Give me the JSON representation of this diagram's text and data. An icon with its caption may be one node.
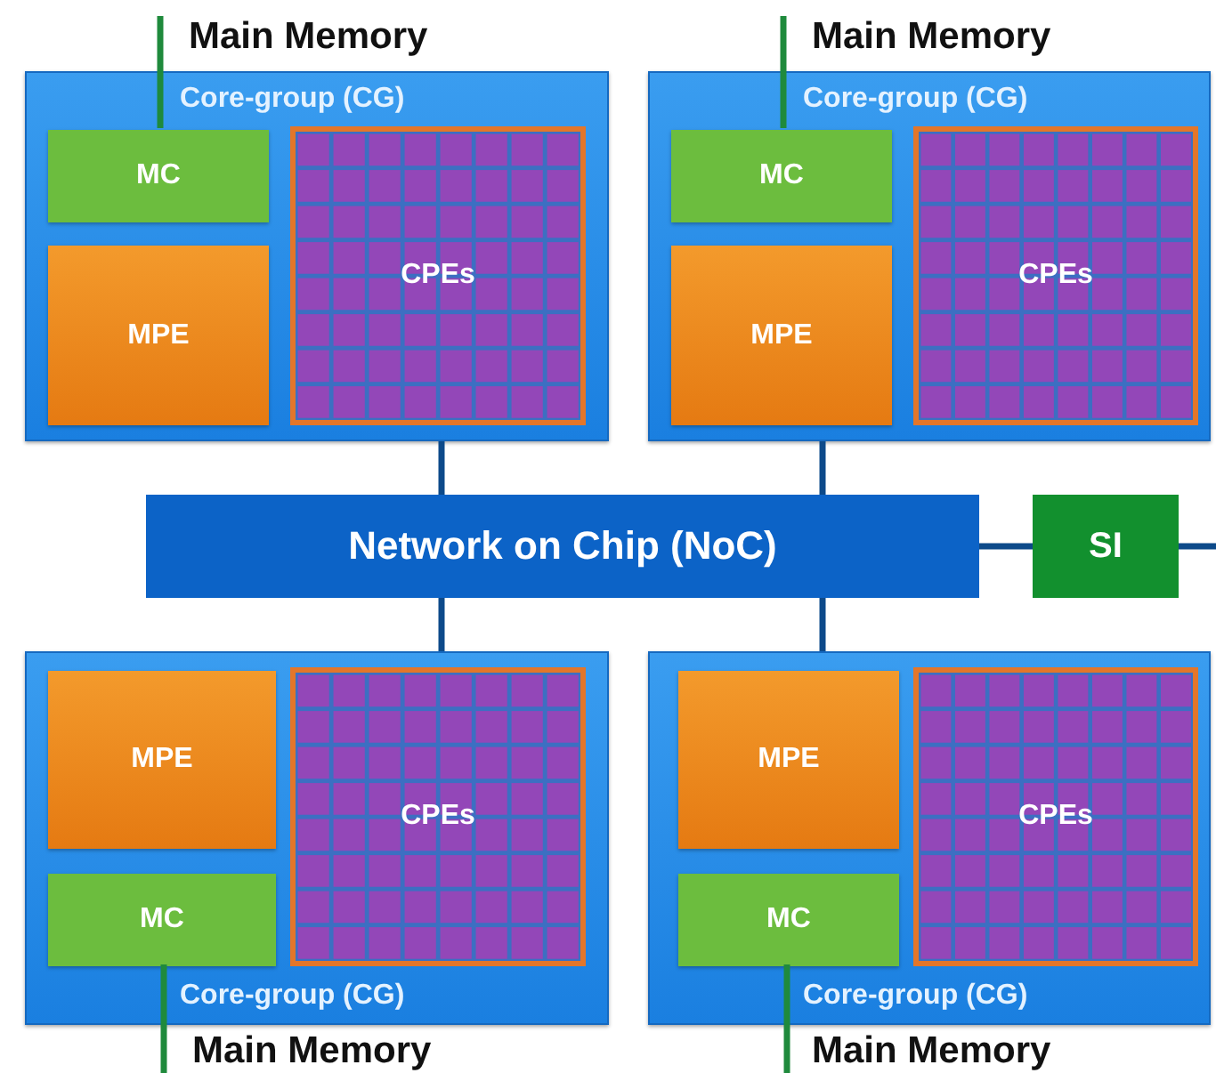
{
  "diagram": {
    "nodes": [
      {
        "text": [
          "Main Memory"
        ]
      },
      {
        "text": [
          "Main Memory"
        ]
      },
      {
        "text": [
          "Core-group (CG)"
        ]
      },
      {
        "text": [
          "MC"
        ],
        "in": 2
      },
      {
        "text": [
          "MPE"
        ],
        "in": 2
      },
      {
        "text": [
          "CPEs"
        ],
        "in": 2
      },
      {
        "text": [
          "Core-group (CG)"
        ]
      },
      {
        "text": [
          "MC"
        ],
        "in": 6
      },
      {
        "text": [
          "MPE"
        ],
        "in": 6
      },
      {
        "text": [
          "CPEs"
        ],
        "in": 6
      },
      {
        "text": [
          "Network on Chip (NoC)"
        ]
      },
      {
        "text": [
          "SI"
        ]
      },
      {
        "text": [
          "Core-group (CG)"
        ]
      },
      {
        "text": [
          "MPE"
        ],
        "in": 12
      },
      {
        "text": [
          "MC"
        ],
        "in": 12
      },
      {
        "text": [
          "CPEs"
        ],
        "in": 12
      },
      {
        "text": [
          "Core-group (CG)"
        ]
      },
      {
        "text": [
          "MPE"
        ],
        "in": 16
      },
      {
        "text": [
          "MC"
        ],
        "in": 16
      },
      {
        "text": [
          "CPEs"
        ],
        "in": 16
      },
      {
        "text": [
          "Main Memory"
        ]
      },
      {
        "text": [
          "Main Memory"
        ]
      }
    ],
    "edges": [
      {
        "from": 0,
        "to": 3,
        "arrow": "none",
        "color": "#1f8a3c"
      },
      {
        "from": 1,
        "to": 7,
        "arrow": "none",
        "color": "#1f8a3c"
      },
      {
        "from": 2,
        "to": 10,
        "arrow": "none"
      },
      {
        "from": 6,
        "to": 10,
        "arrow": "none"
      },
      {
        "from": 10,
        "to": 12,
        "arrow": "none"
      },
      {
        "from": 10,
        "to": 16,
        "arrow": "none"
      },
      {
        "from": 10,
        "to": 11,
        "arrow": "none"
      },
      {
        "from": 11,
        "to": null,
        "arrow": "none"
      },
      {
        "from": 14,
        "to": 20,
        "arrow": "none",
        "color": "#1f8a3c"
      },
      {
        "from": 18,
        "to": 21,
        "arrow": "none",
        "color": "#1f8a3c"
      }
    ]
  }
}
